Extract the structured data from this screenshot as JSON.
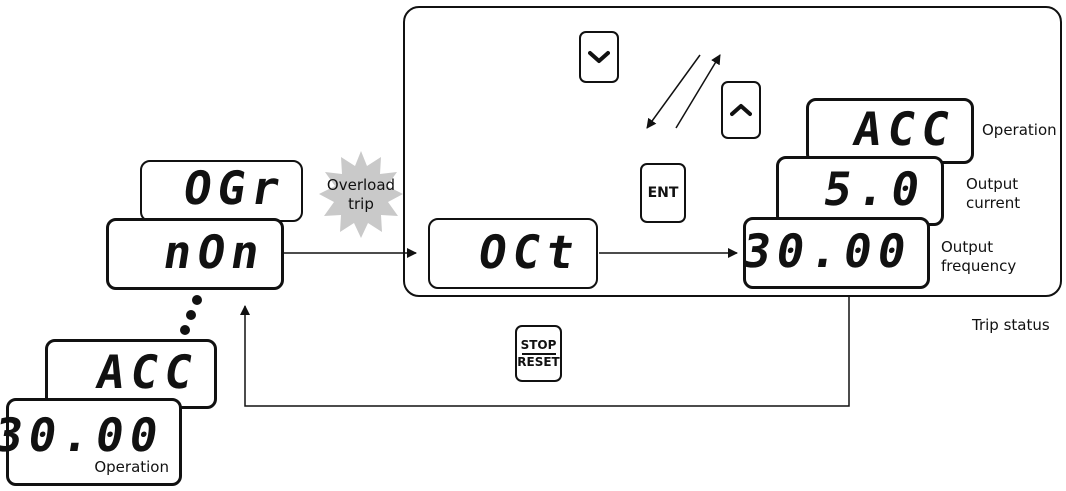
{
  "trip_panel": {
    "label": "Trip status",
    "trip_display": "OCt",
    "stack_displays": {
      "operation": "ACC",
      "current": "5.0",
      "frequency": "30.00"
    },
    "stack_labels": {
      "operation": "Operation",
      "current": "Output\ncurrent",
      "frequency": "Output\nfrequency"
    },
    "keys": {
      "down": "down-arrow",
      "up": "up-arrow",
      "enter": "ENT"
    }
  },
  "left_stack": {
    "error_display": "OGr",
    "run_display": "nOn",
    "op_display_top": "ACC",
    "op_display_bottom": "30.00",
    "op_label": "Operation"
  },
  "overload_label": "Overload\ntrip",
  "stop_key": {
    "top": "STOP",
    "bottom": "RESET"
  }
}
